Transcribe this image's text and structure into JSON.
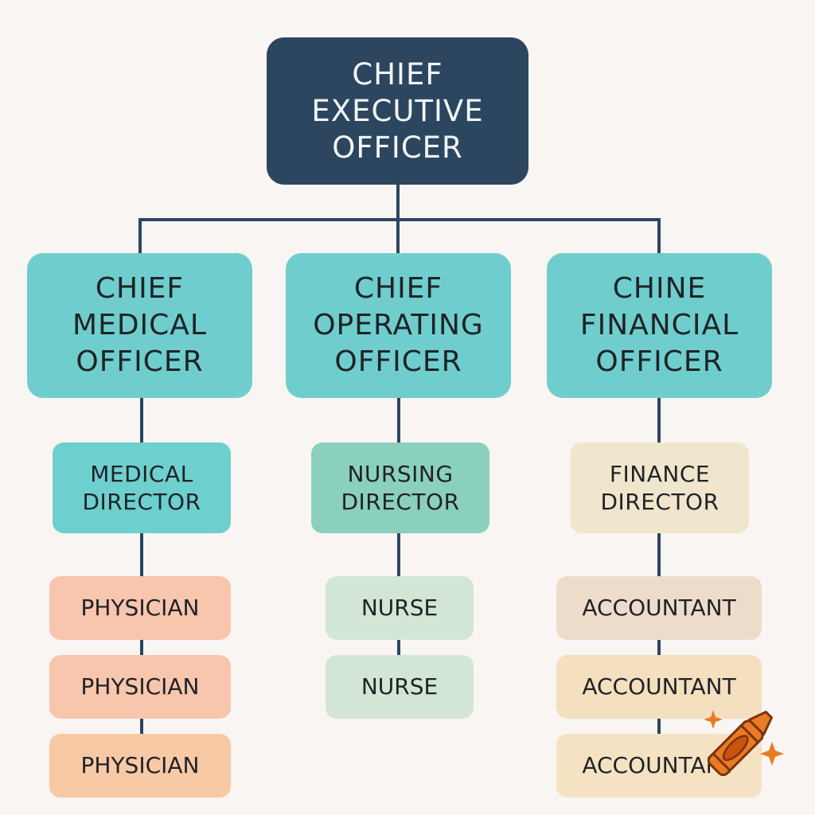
{
  "org_chart": {
    "ceo": {
      "lines": [
        "CHIEF",
        "EXECUTIVE",
        "OFFICER"
      ]
    },
    "cmo": {
      "lines": [
        "CHIEF",
        "MEDICAL",
        "OFFICER"
      ]
    },
    "coo": {
      "lines": [
        "CHIEF",
        "OPERATING",
        "OFFICER"
      ]
    },
    "cfo": {
      "lines": [
        "CHINE",
        "FINANCIAL",
        "OFFICER"
      ]
    },
    "medical_director": {
      "lines": [
        "MEDICAL",
        "DIRECTOR"
      ]
    },
    "nursing_director": {
      "lines": [
        "NURSING",
        "DIRECTOR"
      ]
    },
    "finance_director": {
      "lines": [
        "FINANCE",
        "DIRECTOR"
      ]
    },
    "physicians": [
      "PHYSICIAN",
      "PHYSICIAN",
      "PHYSICIAN"
    ],
    "nurses": [
      "NURSE",
      "NURSE"
    ],
    "accountants": [
      "ACCOUNTANT",
      "ACCOUNTANT",
      "ACCOUNTANT"
    ]
  },
  "watermark": {
    "icon": "crayon-icon"
  },
  "colors": {
    "background": "#f8f5f2",
    "ceo": "#2c4660",
    "officer": "#6fcecd",
    "medical_director": "#6ecfcf",
    "nursing_director": "#8bd0bd",
    "finance_director": "#efe6cd",
    "physician": "#f8c5ad",
    "nurse": "#d3e6d5",
    "accountant": "#f4dfbf",
    "connector": "#2c4660",
    "crayon": "#ea7a23"
  }
}
